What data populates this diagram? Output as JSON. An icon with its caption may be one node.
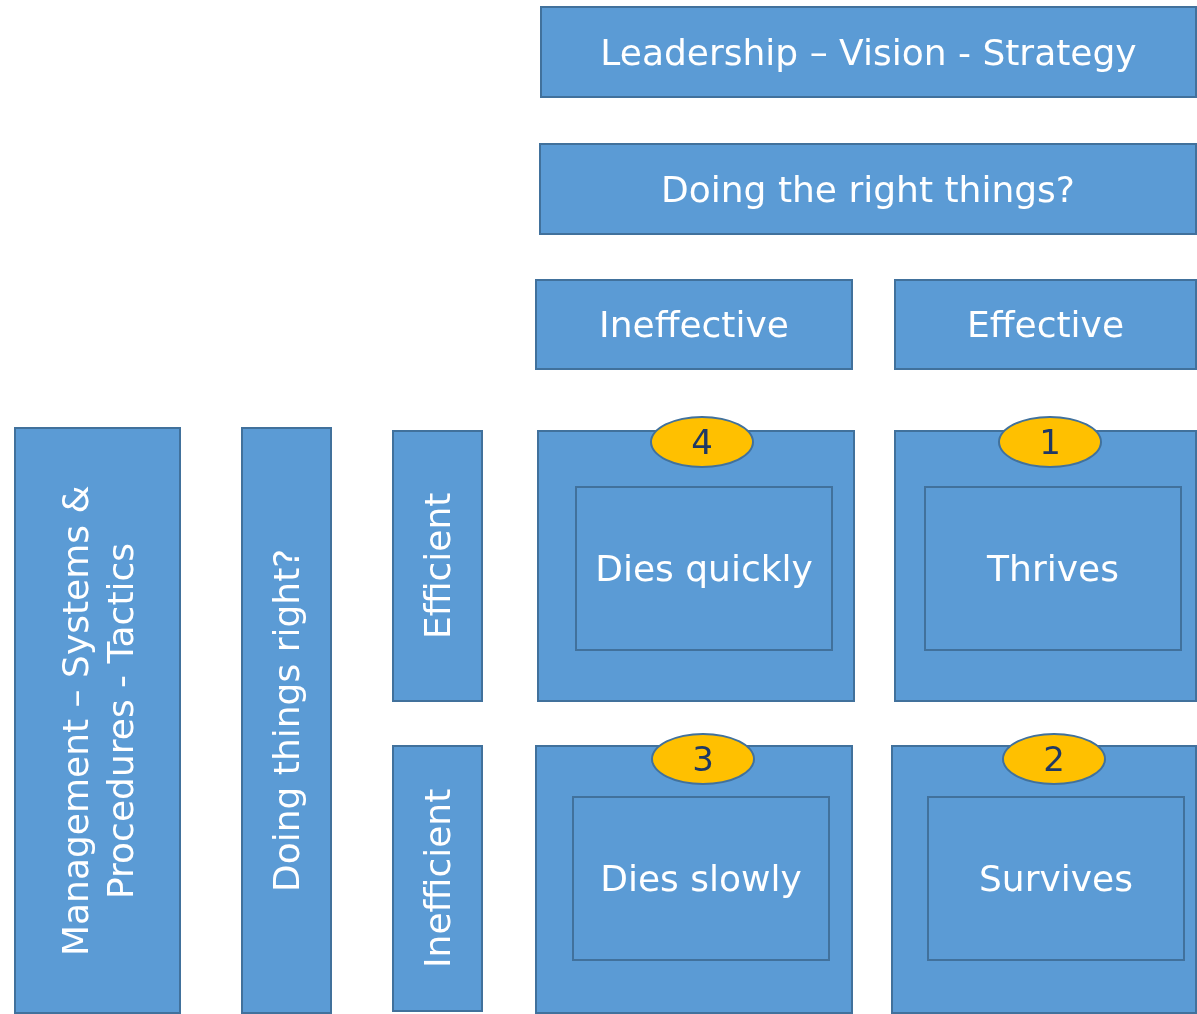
{
  "diagram": {
    "nodes": [
      {
        "text": [
          "Leadership – Vision - Strategy"
        ]
      },
      {
        "text": [
          "Doing the right things?"
        ]
      },
      {
        "text": [
          "Ineffective"
        ]
      },
      {
        "text": [
          "Effective"
        ]
      },
      {
        "text": [
          "Management – Systems & Procedures - Tactics"
        ]
      },
      {
        "text": [
          "Doing things right?"
        ]
      },
      {
        "text": [
          "Efficient"
        ]
      },
      {
        "text": [
          "Inefficient"
        ]
      },
      {
        "text": [],
        "shape": "box"
      },
      {
        "text": [
          "4"
        ]
      },
      {
        "text": [
          "Dies quickly"
        ],
        "in": 8
      },
      {
        "text": [],
        "shape": "box"
      },
      {
        "text": [
          "1"
        ]
      },
      {
        "text": [
          "Thrives"
        ],
        "in": 11
      },
      {
        "text": [],
        "shape": "box"
      },
      {
        "text": [
          "3"
        ]
      },
      {
        "text": [
          "Dies slowly"
        ],
        "in": 14
      },
      {
        "text": [],
        "shape": "box"
      },
      {
        "text": [
          "2"
        ]
      },
      {
        "text": [
          "Survives"
        ],
        "in": 17
      }
    ]
  }
}
